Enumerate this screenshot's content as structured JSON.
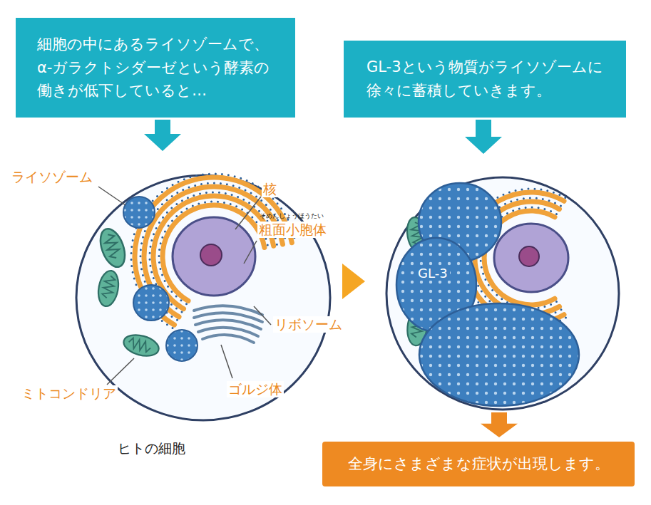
{
  "diagram": {
    "nodes": [
      {
        "text": [
          "細胞の中にあるライソゾームで、α-ガラクトシダーゼという酵素の働きが低下していると…"
        ]
      },
      {
        "text": [
          "GL-3という物質がライソゾームに徐々に蓄積していきます。"
        ]
      },
      {
        "text": [
          "ヒトの細胞"
        ]
      },
      {
        "text": [
          "GL-3"
        ]
      },
      {
        "text": [
          "全身にさまざまな症状が出現します。"
        ]
      }
    ],
    "edges": [
      {
        "from": 0,
        "to": 2,
        "arrow": "to"
      },
      {
        "from": 1,
        "to": 3,
        "arrow": "to"
      },
      {
        "from": 2,
        "to": 3,
        "arrow": "to"
      },
      {
        "from": 3,
        "to": 4,
        "arrow": "to"
      }
    ],
    "labels": [
      "ライソゾーム",
      "核",
      "そめんしょうほうたい",
      "粗面小胞体",
      "リボソーム",
      "ミトコンドリア",
      "ゴルジ体"
    ]
  }
}
